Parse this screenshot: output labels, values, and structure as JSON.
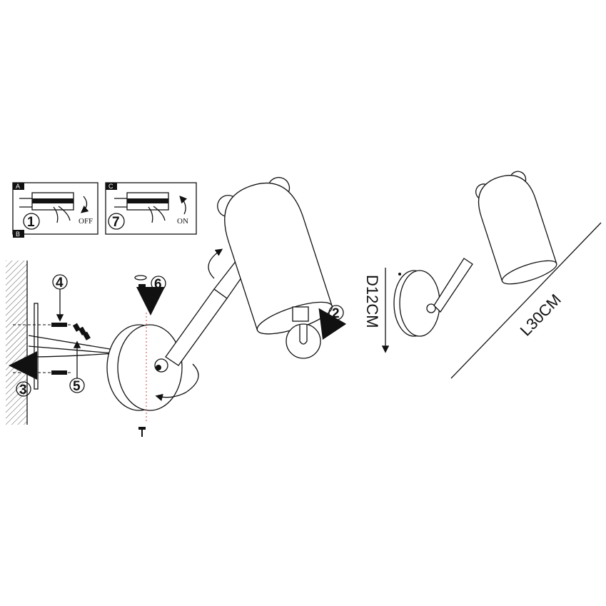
{
  "panels": [
    {
      "letter": "A",
      "step": "1",
      "action": "OFF"
    },
    {
      "letter": "C",
      "step": "7",
      "action": "ON"
    }
  ],
  "panel_b_letter": "B",
  "steps": {
    "s2": "2",
    "s3": "3",
    "s4": "4",
    "s5": "5",
    "s6": "6"
  },
  "dimensions": {
    "depth": "D12CM",
    "length": "L30CM"
  }
}
